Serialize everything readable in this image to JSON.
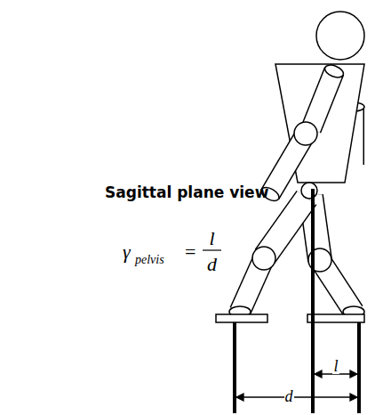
{
  "diagram": {
    "title": "Sagittal plane view",
    "labels": [
      "γ",
      "pelvis",
      "=",
      "l",
      "d",
      "l",
      "d"
    ]
  }
}
